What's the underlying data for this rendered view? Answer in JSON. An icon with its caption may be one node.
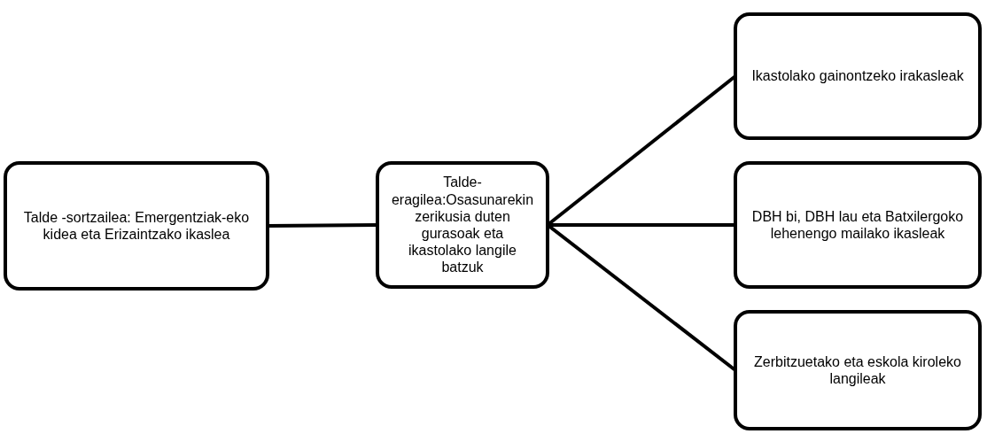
{
  "diagram": {
    "nodes": [
      {
        "text": [
          "Talde -sortzailea: Emergentziak-eko kidea eta Erizaintzako ikaslea"
        ]
      },
      {
        "text": [
          "Talde-eragilea:Osasunarekin zerikusia duten gurasoak eta ikastolako langile batzuk"
        ]
      },
      {
        "text": [
          "Ikastolako gainontzeko irakasleak"
        ]
      },
      {
        "text": [
          "DBH bi, DBH lau eta Batxilergoko lehenengo mailako ikasleak"
        ]
      },
      {
        "text": [
          "Zerbitzuetako eta eskola kiroleko langileak"
        ]
      }
    ],
    "edges": [
      {
        "from": 0,
        "to": 1,
        "arrow": "none"
      },
      {
        "from": 1,
        "to": 2,
        "arrow": "none"
      },
      {
        "from": 1,
        "to": 3,
        "arrow": "none"
      },
      {
        "from": 1,
        "to": 4,
        "arrow": "none"
      }
    ]
  }
}
